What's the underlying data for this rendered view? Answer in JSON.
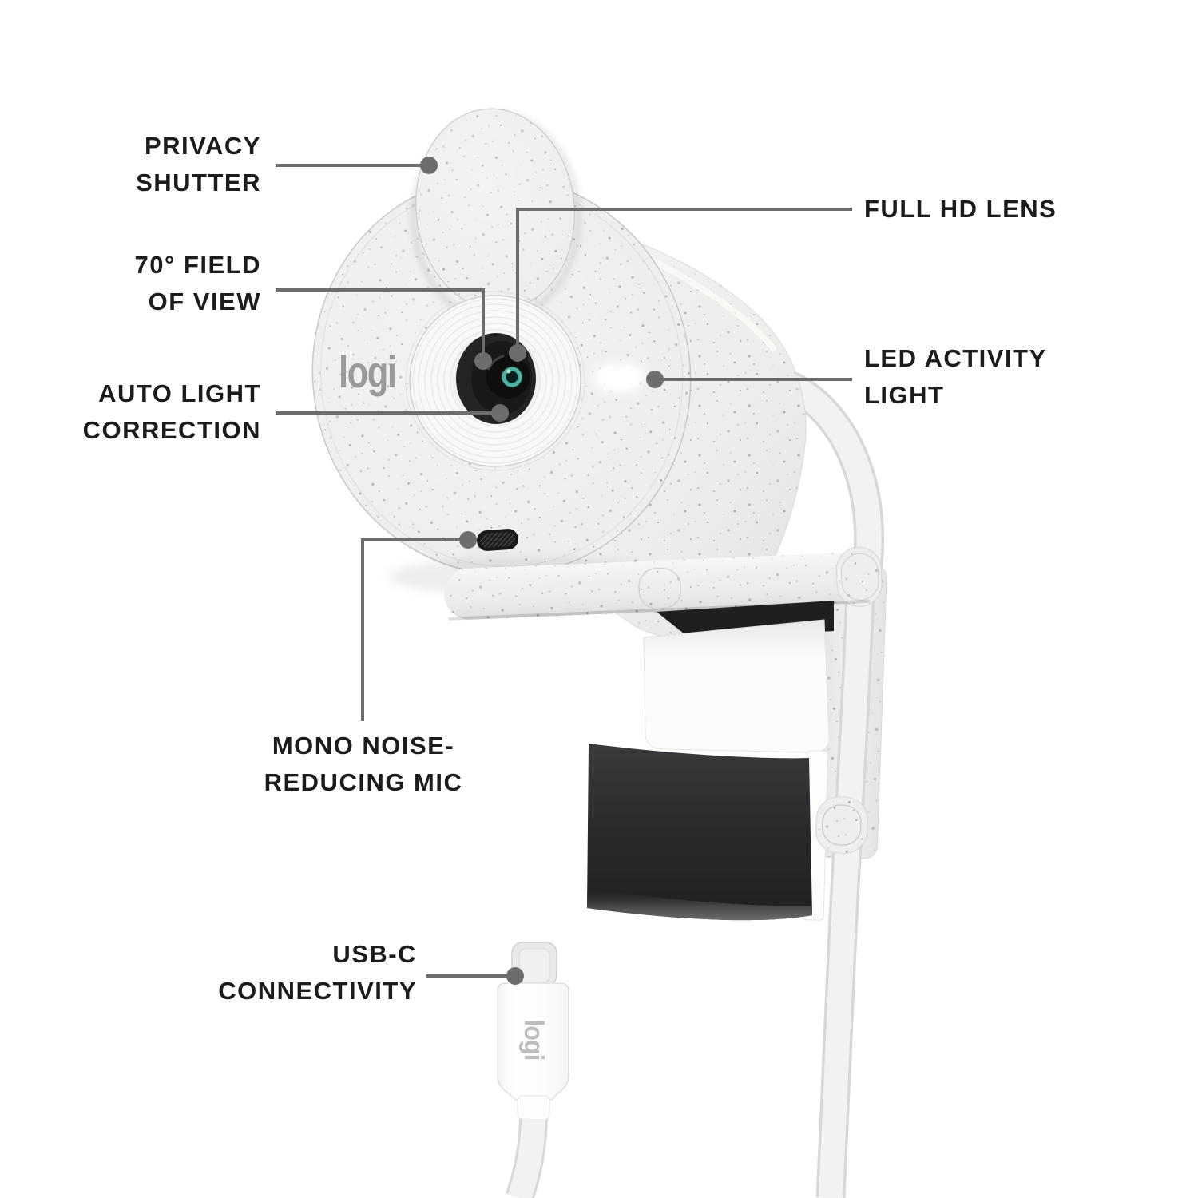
{
  "page": {
    "background": "#ffffff"
  },
  "colors": {
    "label-text": "#1c1c1a",
    "leader": "#6d6d6d",
    "logo-gray": "#9a9a98",
    "plug-logo-gray": "#bdbdbb",
    "body-base": "#efeeec",
    "lens-teal": "#4fb2a0",
    "clip-pad-dark": "#2b2b2d",
    "led-white": "#ffffff"
  },
  "labels": {
    "privacy_shutter": {
      "lines": [
        "PRIVACY",
        "SHUTTER"
      ]
    },
    "field_of_view": {
      "lines": [
        "70° FIELD",
        "OF VIEW"
      ]
    },
    "auto_light": {
      "lines": [
        "AUTO LIGHT",
        "CORRECTION"
      ]
    },
    "full_hd_lens": {
      "lines": [
        "FULL HD LENS"
      ]
    },
    "led_activity": {
      "lines": [
        "LED ACTIVITY",
        "LIGHT"
      ]
    },
    "mono_mic": {
      "lines": [
        "MONO NOISE-",
        "REDUCING MIC"
      ]
    },
    "usb_c": {
      "lines": [
        "USB-C",
        "CONNECTIVITY"
      ]
    }
  },
  "branding": {
    "face_logo": "logi",
    "plug_logo": "logi"
  }
}
